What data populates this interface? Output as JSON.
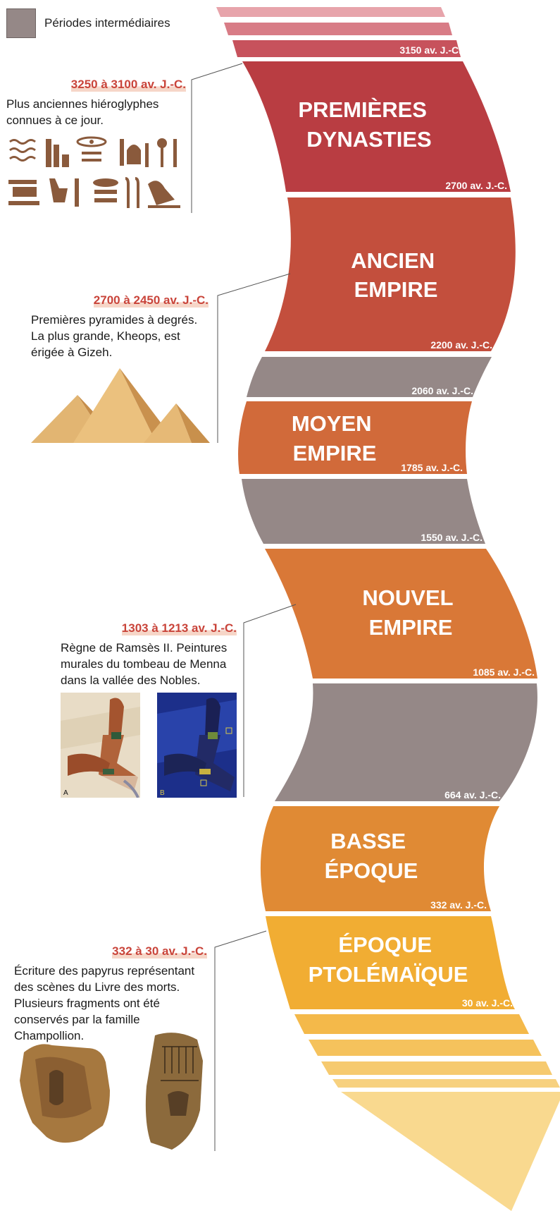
{
  "legend": {
    "label": "Périodes intermédiaires",
    "color": "#958887"
  },
  "periods": [
    {
      "name_lines": [
        "PREMIÈRES",
        "DYNASTIES"
      ],
      "color": "#b93d42"
    },
    {
      "name_lines": [
        "ANCIEN",
        "EMPIRE"
      ],
      "color": "#c34f3d"
    },
    {
      "name_lines": [
        "MOYEN",
        "EMPIRE"
      ],
      "color": "#d16a3a"
    },
    {
      "name_lines": [
        "NOUVEL",
        "EMPIRE"
      ],
      "color": "#d97837"
    },
    {
      "name_lines": [
        "BASSE",
        "ÉPOQUE"
      ],
      "color": "#e08a34"
    },
    {
      "name_lines": [
        "ÉPOQUE",
        "PTOLÉMAÏQUE"
      ],
      "color": "#f1ad33"
    }
  ],
  "dates": [
    "3150 av. J.-C.",
    "2700 av. J.-C.",
    "2200 av. J.-C.",
    "2060 av. J.-C.",
    "1785 av. J.-C.",
    "1550 av. J.-C.",
    "1085 av. J.-C.",
    "664 av. J.-C.",
    "332 av. J.-C.",
    "30 av. J.-C."
  ],
  "annotations": [
    {
      "range": "3250 à 3100 av. J.-C.",
      "text": "Plus anciennes hiéroglyphes connues à ce jour.",
      "image": "hieroglyphs-image"
    },
    {
      "range": "2700 à 2450 av. J.-C.",
      "text": "Premières pyramides à degrés. La plus grande, Kheops, est érigée à Gizeh.",
      "image": "pyramids-image"
    },
    {
      "range": "1303 à 1213 av. J.-C.",
      "text": "Règne de Ramsès II. Peintures murales du tombeau de Menna dans la vallée des Nobles.",
      "image": "menna-paintings-image",
      "image_labels": [
        "A",
        "B"
      ]
    },
    {
      "range": "332 à 30 av. J.-C.",
      "text": "Écriture des papyrus représentant des scènes du Livre des morts. Plusieurs fragments ont été conservés par la famille Champollion.",
      "image": "papyrus-fragments-image"
    }
  ],
  "colors": {
    "intermediate": "#958887",
    "accent": "#c9443a",
    "fade_light": "#f8d78f"
  }
}
